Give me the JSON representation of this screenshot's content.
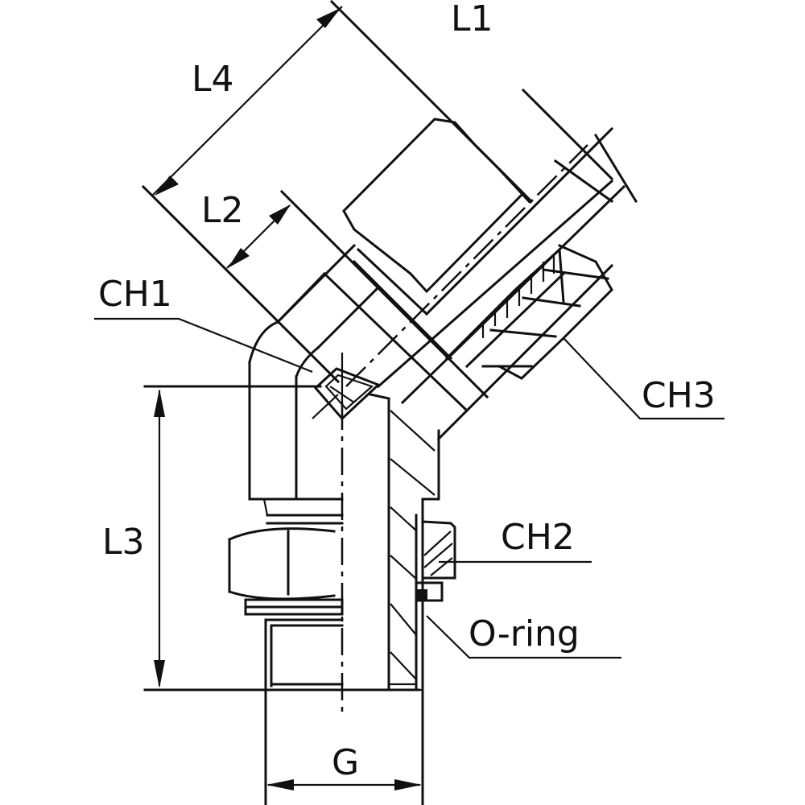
{
  "drawing": {
    "subject": "45-degree swivel hydraulic adapter, cross-section",
    "background": "#ffffff",
    "line_color": "#111111"
  },
  "labels": {
    "L1": "L1",
    "L2": "L2",
    "L3": "L3",
    "L4": "L4",
    "CH1": "CH1",
    "CH2": "CH2",
    "CH3": "CH3",
    "oring": "O-ring",
    "G": "G"
  }
}
